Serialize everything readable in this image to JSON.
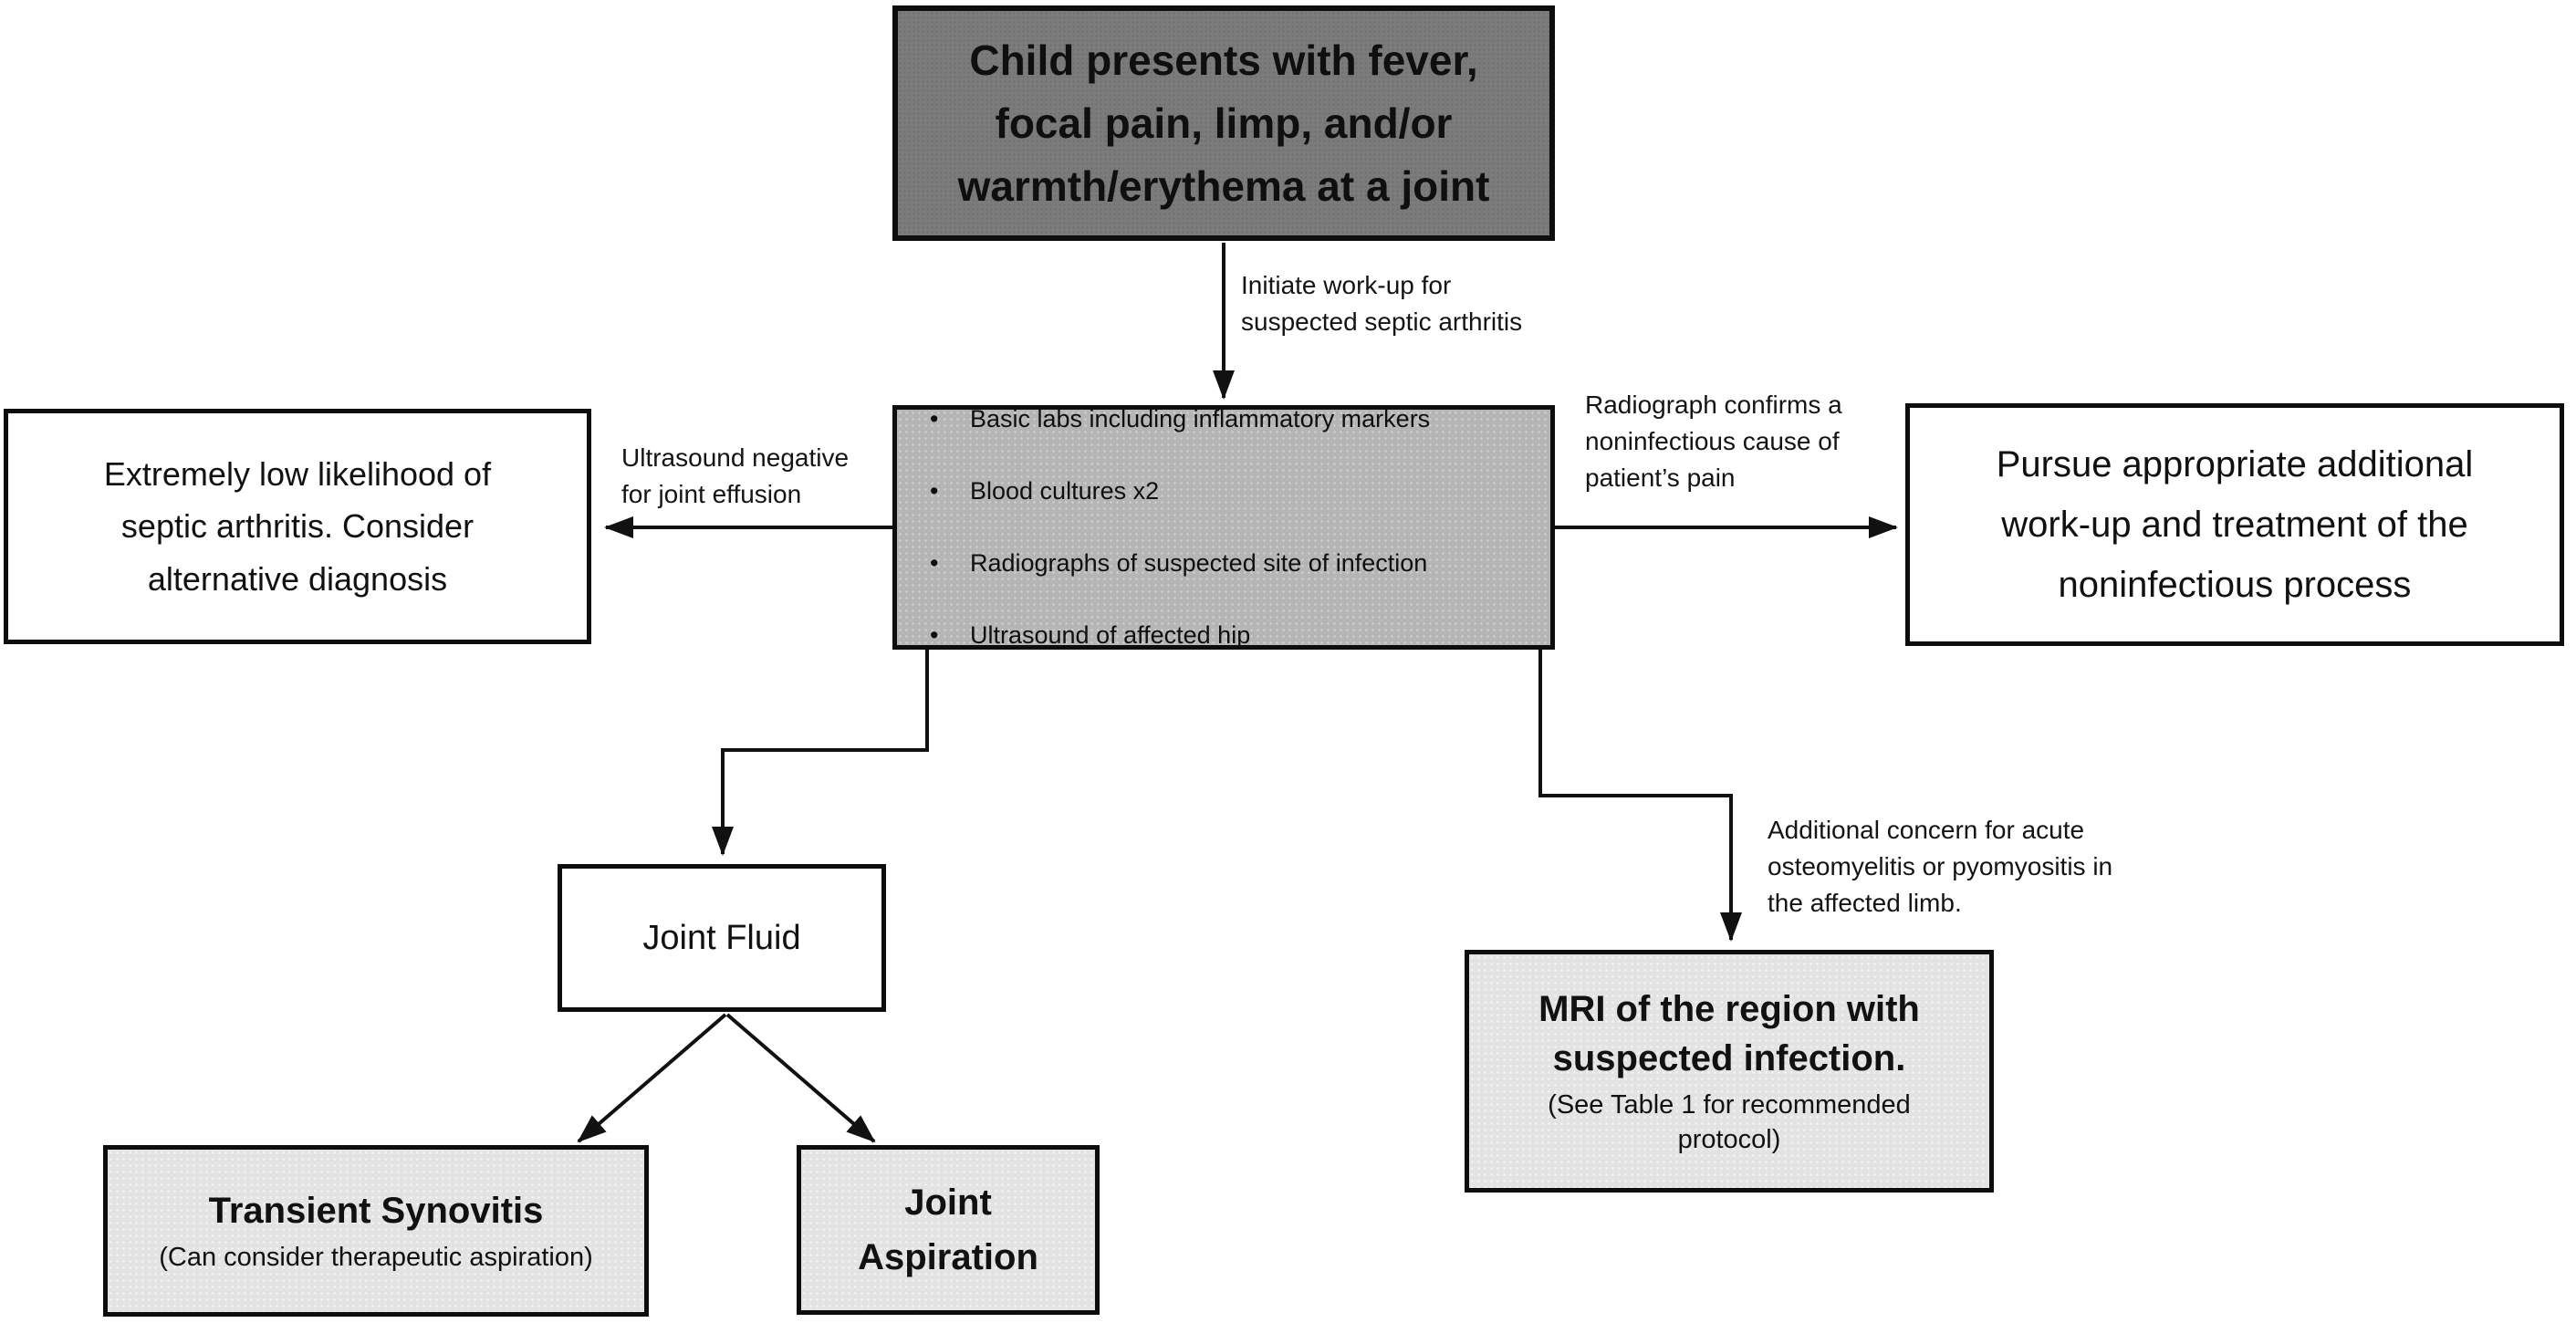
{
  "diagram": {
    "type": "flowchart",
    "topic": "Work-up of suspected septic arthritis in a child"
  },
  "colors": {
    "node_dark_fill": "#7b7b7b",
    "node_medium_fill": "#b5b5b5",
    "node_light_fill": "#e3e3e3",
    "node_white_fill": "#ffffff",
    "border": "#0d0d0d",
    "arrow": "#111111",
    "text": "#0f0f0f"
  },
  "nodes": {
    "presentation": {
      "text": "Child presents with fever,\nfocal pain, limp, and/or\nwarmth/erythema at a joint"
    },
    "workup": {
      "bullets": [
        "Basic labs including inflammatory markers",
        "Blood cultures x2",
        "Radiographs of suspected site of infection",
        "Ultrasound of affected hip"
      ]
    },
    "low_likelihood": {
      "text": "Extremely low likelihood of\nseptic arthritis. Consider\nalternative diagnosis"
    },
    "noninfectious": {
      "text": "Pursue appropriate additional\nwork-up and treatment of the\nnoninfectious process"
    },
    "joint_fluid": {
      "text": "Joint Fluid"
    },
    "transient_synovitis": {
      "text": "Transient Synovitis",
      "subtext": "(Can consider therapeutic aspiration)"
    },
    "joint_aspiration": {
      "text": "Joint\nAspiration"
    },
    "mri": {
      "text": "MRI of the region with\nsuspected infection.",
      "subtext": "(See Table 1 for recommended\nprotocol)"
    }
  },
  "edge_labels": {
    "initiate": "Initiate work-up for\nsuspected septic arthritis",
    "ultrasound_negative": "Ultrasound negative\nfor joint effusion",
    "radiograph_confirms": "Radiograph confirms a\nnoninfectious cause of\npatient’s pain",
    "additional_concern": "Additional concern for acute\nosteomyelitis or pyomyositis in\nthe affected limb."
  }
}
